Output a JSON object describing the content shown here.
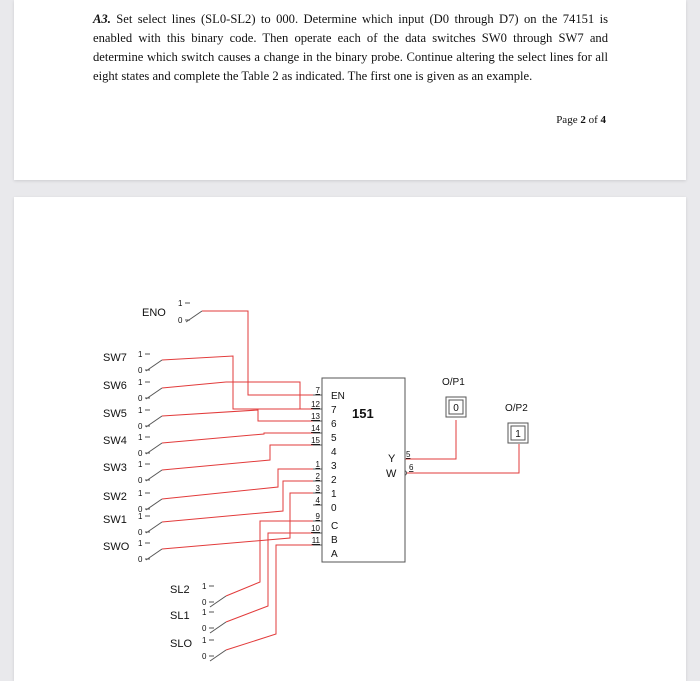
{
  "question": {
    "label": "A3.",
    "text": "Set select lines (SL0-SL2) to 000. Determine which input (D0 through D7) on the 74151 is enabled with this binary code. Then operate each of the data switches SW0 through SW7 and determine which switch causes a change in the binary probe. Continue altering the select lines for all eight states and complete the Table 2 as indicated. The first one is given as an example."
  },
  "page": {
    "prefix": "Page",
    "current": "2",
    "of_word": "of",
    "total": "4"
  },
  "diagram": {
    "chip_label": "151",
    "enable_switch": {
      "label": "ENO",
      "high": "1",
      "low": "0"
    },
    "data_switches": [
      {
        "label": "SW7",
        "high": "1",
        "low": "0"
      },
      {
        "label": "SW6",
        "high": "1",
        "low": "0"
      },
      {
        "label": "SW5",
        "high": "1",
        "low": "0"
      },
      {
        "label": "SW4",
        "high": "1",
        "low": "0"
      },
      {
        "label": "SW3",
        "high": "1",
        "low": "0"
      },
      {
        "label": "SW2",
        "high": "1",
        "low": "0"
      },
      {
        "label": "SW1",
        "high": "1",
        "low": "0"
      },
      {
        "label": "SWO",
        "high": "1",
        "low": "0"
      }
    ],
    "select_switches": [
      {
        "label": "SL2",
        "high": "1",
        "low": "0"
      },
      {
        "label": "SL1",
        "high": "1",
        "low": "0"
      },
      {
        "label": "SLO",
        "high": "1",
        "low": "0"
      }
    ],
    "chip_inputs": [
      {
        "pin": "7",
        "name": "EN"
      },
      {
        "pin": "12",
        "name": "7"
      },
      {
        "pin": "13",
        "name": "6"
      },
      {
        "pin": "14",
        "name": "5"
      },
      {
        "pin": "15",
        "name": "4"
      },
      {
        "pin": "1",
        "name": "3"
      },
      {
        "pin": "2",
        "name": "2"
      },
      {
        "pin": "3",
        "name": "1"
      },
      {
        "pin": "4",
        "name": "0"
      },
      {
        "pin": "9",
        "name": "C"
      },
      {
        "pin": "10",
        "name": "B"
      },
      {
        "pin": "11",
        "name": "A"
      }
    ],
    "chip_outputs": [
      {
        "pin": "5",
        "name": "Y"
      },
      {
        "pin": "6",
        "name": "W"
      }
    ],
    "probes": [
      {
        "label": "O/P1",
        "value": "0"
      },
      {
        "label": "O/P2",
        "value": "1"
      }
    ],
    "wire_color": "#e23b3b",
    "line_color": "#555555"
  }
}
